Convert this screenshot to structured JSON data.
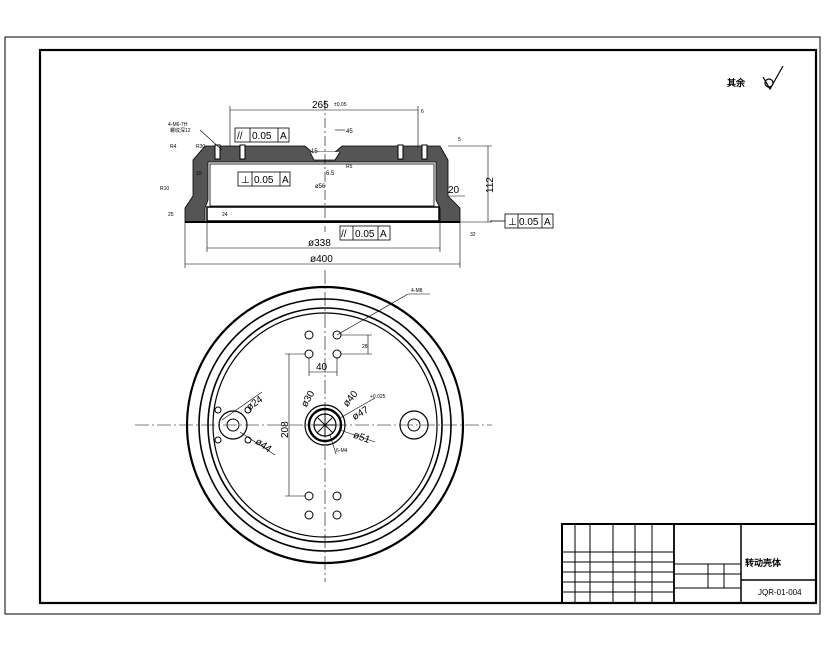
{
  "surface_note": "其余",
  "title_block": {
    "part_name": "转动壳体",
    "drawing_number": "JQR-01-004"
  },
  "section_view": {
    "dim_265": "265",
    "dim_265_tol": "±0.05",
    "dim_338": "ø338",
    "dim_400": "ø400",
    "dim_112": "112",
    "dim_20": "20",
    "dim_24": "24",
    "dim_6": "6",
    "dim_45": "45",
    "dim_15": "15",
    "dim_6_5": "6.5",
    "dim_r5": "R5",
    "dim_r10": "R10",
    "dim_r4": "R4",
    "dim_r30": "R30",
    "dim_10": "10",
    "dim_25": "25",
    "dim_32": "32",
    "dim_5": "5",
    "dim_phi_center": "ø56",
    "hole_callout": "4-M6-7H",
    "hole_callout_sub": "螺纹深12",
    "gdt_parallel": "//",
    "gdt_perp": "⊥",
    "gdt_value": "0.05",
    "gdt_datum": "A"
  },
  "plan_view": {
    "dim_40": "40",
    "dim_28": "28",
    "dim_208": "208",
    "dim_phi24": "ø24",
    "dim_phi44": "ø44",
    "dim_phi30": "ø30",
    "dim_phi40": "ø40",
    "dim_phi47": "ø47",
    "dim_phi47_tol": "+0.025",
    "dim_phi51": "ø51",
    "hole_callout_top": "4-M8",
    "hole_callout_center": "6-M4"
  }
}
